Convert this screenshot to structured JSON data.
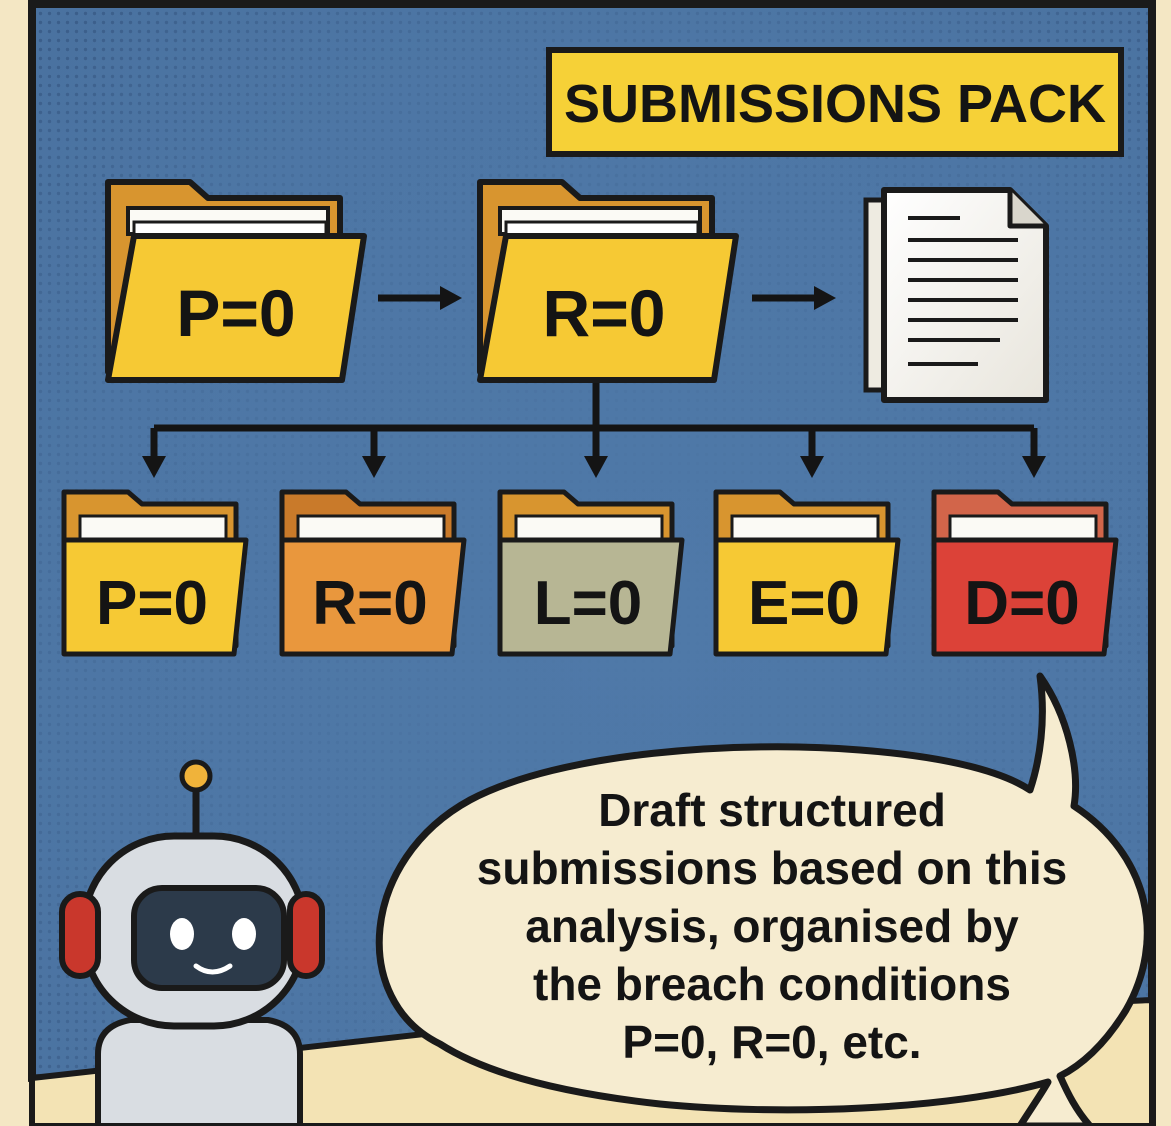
{
  "title": "SUBMISSIONS PACK",
  "top_folders": [
    {
      "label": "P=0",
      "color": "#f6c934"
    },
    {
      "label": "R=0",
      "color": "#f6c934"
    }
  ],
  "bottom_folders": [
    {
      "label": "P=0",
      "color": "#f6c934"
    },
    {
      "label": "R=0",
      "color": "#e9973d"
    },
    {
      "label": "L=0",
      "color": "#b7b694"
    },
    {
      "label": "E=0",
      "color": "#f6c934"
    },
    {
      "label": "D=0",
      "color": "#dc4238"
    }
  ],
  "speech_bubble": {
    "lines": [
      "Draft structured",
      "submissions based on this",
      "analysis, organised by",
      "the breach conditions",
      "P=0, R=0, etc."
    ]
  },
  "colors": {
    "panel_blue": "#4a72a0",
    "title_yellow": "#f6d137",
    "background_cream": "#f4e7c4",
    "outline": "#1a1a1a",
    "robot_headphone_red": "#c9372c"
  },
  "icons": [
    "folder-icon",
    "document-icon",
    "arrow-right-icon",
    "arrow-down-icon",
    "robot-icon",
    "speech-bubble"
  ]
}
